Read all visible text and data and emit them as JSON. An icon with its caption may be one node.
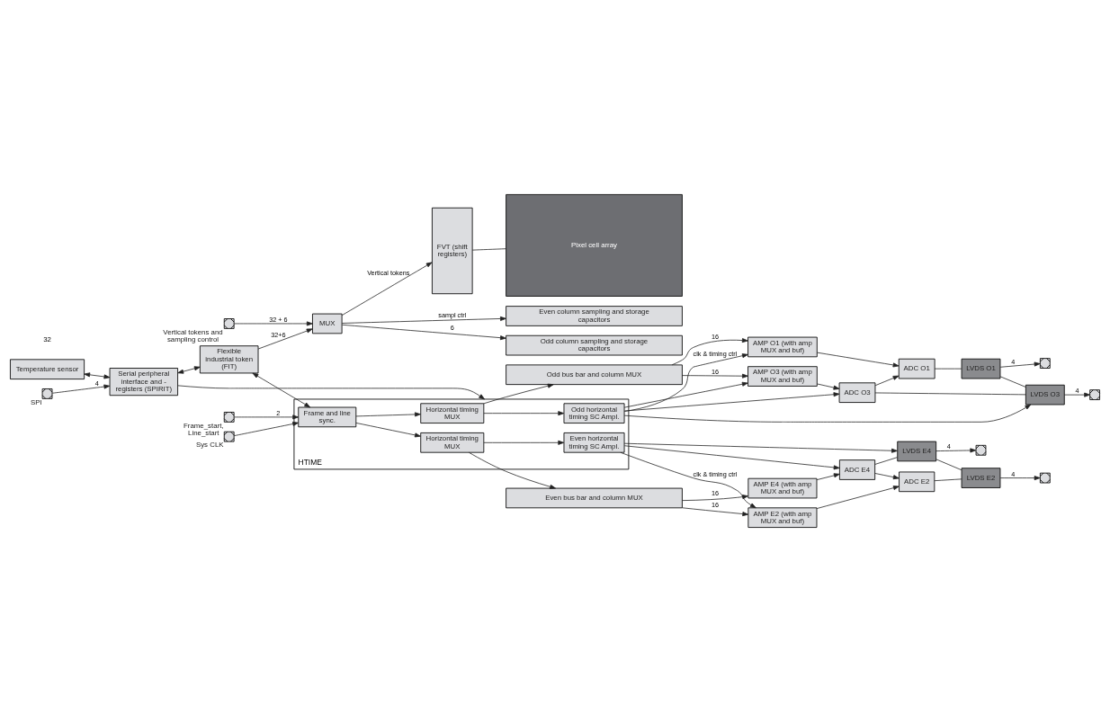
{
  "diagram": {
    "nodes": [
      {
        "text": [
          "Temperature sensor"
        ]
      },
      {
        "text": [
          "Serial peripheral interface and - registers (SPIRIT)"
        ]
      },
      {
        "text": [
          "Flexible industrial token (FIT)"
        ]
      },
      {
        "text": [
          "MUX"
        ]
      },
      {
        "text": [
          "HTIME"
        ]
      },
      {
        "text": [
          "Even horizontal timing SC Ampl."
        ],
        "in": 4
      },
      {
        "text": [
          "Horizontal timing MUX"
        ],
        "in": 4
      },
      {
        "text": [
          "Frame and line sync."
        ],
        "in": 4
      },
      {
        "text": [
          "Horizontal timing MUX"
        ],
        "in": 4
      },
      {
        "text": [
          "Odd horizontal timing SC Ampl."
        ],
        "in": 4
      },
      {
        "text": [
          "FVT (shift registers)"
        ]
      },
      {
        "text": [
          "Even bus bar and column MUX"
        ]
      },
      {
        "text": [
          "Even column sampling and storage capacitors"
        ]
      },
      {
        "text": [
          "Pixel cell array"
        ]
      },
      {
        "text": [
          "Odd column sampling and storage capacitors"
        ]
      },
      {
        "text": [
          "Odd bus bar and column MUX"
        ]
      },
      {
        "text": [
          "AMP E2 (with amp MUX and buf)"
        ]
      },
      {
        "text": [
          "AMP E4 (with amp MUX and buf)"
        ]
      },
      {
        "text": [
          "ADC E4"
        ]
      },
      {
        "text": [
          "ADC E2"
        ]
      },
      {
        "text": [
          "LVDS E4"
        ]
      },
      {
        "text": [
          "LVDS E2"
        ]
      },
      {
        "text": [
          "AMP O1 (with amp MUX and buf)"
        ]
      },
      {
        "text": [
          "AMP O3 (with amp MUX and buf)"
        ]
      },
      {
        "text": [
          "ADC O1"
        ]
      },
      {
        "text": [
          "ADC O3"
        ]
      },
      {
        "text": [
          "LVDS O1"
        ]
      },
      {
        "text": [
          "LVDS O3"
        ]
      },
      {
        "text": [],
        "shape": "box",
        "beside": [
          "SPI"
        ]
      },
      {
        "text": [],
        "shape": "box",
        "beside": [
          "Vertical tokens and sampling control"
        ]
      },
      {
        "text": [],
        "shape": "box",
        "beside": [
          "Sys CLK"
        ]
      },
      {
        "text": [],
        "shape": "box",
        "beside": [
          "Frame_start, Line_start"
        ]
      },
      {
        "text": [],
        "shape": "box"
      },
      {
        "text": [],
        "shape": "box"
      },
      {
        "text": [],
        "shape": "box"
      },
      {
        "text": [],
        "shape": "box"
      }
    ],
    "edges": [
      {
        "from": 28,
        "to": 1,
        "arrow": "to",
        "label": "4"
      },
      {
        "from": 0,
        "to": 1,
        "arrow": "both"
      },
      {
        "from": 1,
        "to": 2,
        "arrow": "both"
      },
      {
        "from": 1,
        "to": 4,
        "arrow": "to"
      },
      {
        "from": 2,
        "to": 3,
        "arrow": "to",
        "label": "32+6"
      },
      {
        "from": 29,
        "to": 3,
        "arrow": "to",
        "label": "32 + 6"
      },
      {
        "from": 2,
        "to": 7,
        "arrow": "both"
      },
      {
        "from": 30,
        "to": 7,
        "arrow": "to"
      },
      {
        "from": 31,
        "to": 7,
        "arrow": "to",
        "label": "2"
      },
      {
        "from": 7,
        "to": 6,
        "arrow": "to"
      },
      {
        "from": 7,
        "to": 8,
        "arrow": "to"
      },
      {
        "from": 6,
        "to": 5,
        "arrow": "to"
      },
      {
        "from": 8,
        "to": 9,
        "arrow": "to"
      },
      {
        "from": 3,
        "to": 10,
        "arrow": "to",
        "label": "Vertical tokens"
      },
      {
        "from": 3,
        "to": 12,
        "arrow": "to",
        "label": "sampl ctrl"
      },
      {
        "from": 3,
        "to": 14,
        "arrow": "to",
        "label": "6"
      },
      {
        "from": 6,
        "to": 11,
        "arrow": "to"
      },
      {
        "from": 8,
        "to": 15,
        "arrow": "to"
      },
      {
        "from": 10,
        "to": 13,
        "arrow": "none"
      },
      {
        "from": 5,
        "to": 16,
        "arrow": "to",
        "label": "clk & timing ctrl"
      },
      {
        "from": 5,
        "to": 18,
        "arrow": "to"
      },
      {
        "from": 5,
        "to": 20,
        "arrow": "to"
      },
      {
        "from": 18,
        "to": 19,
        "arrow": "to"
      },
      {
        "from": 11,
        "to": 16,
        "arrow": "to",
        "label": "16"
      },
      {
        "from": 11,
        "to": 17,
        "arrow": "to",
        "label": "16"
      },
      {
        "from": 16,
        "to": 19,
        "arrow": "to"
      },
      {
        "from": 17,
        "to": 18,
        "arrow": "to"
      },
      {
        "from": 18,
        "to": 20,
        "arrow": "none"
      },
      {
        "from": 19,
        "to": 21,
        "arrow": "none"
      },
      {
        "from": 20,
        "to": 21,
        "arrow": "none"
      },
      {
        "from": 20,
        "to": 32,
        "arrow": "to",
        "label": "4"
      },
      {
        "from": 21,
        "to": 33,
        "arrow": "to",
        "label": "4"
      },
      {
        "from": 15,
        "to": 22,
        "arrow": "to",
        "label": "16"
      },
      {
        "from": 15,
        "to": 23,
        "arrow": "to",
        "label": "16"
      },
      {
        "from": 22,
        "to": 24,
        "arrow": "to"
      },
      {
        "from": 23,
        "to": 25,
        "arrow": "to"
      },
      {
        "from": 25,
        "to": 24,
        "arrow": "to"
      },
      {
        "from": 24,
        "to": 26,
        "arrow": "none"
      },
      {
        "from": 25,
        "to": 27,
        "arrow": "none"
      },
      {
        "from": 26,
        "to": 27,
        "arrow": "none"
      },
      {
        "from": 26,
        "to": 34,
        "arrow": "to",
        "label": "4"
      },
      {
        "from": 27,
        "to": 35,
        "arrow": "to",
        "label": "4"
      },
      {
        "from": 9,
        "to": 22,
        "arrow": "to",
        "label": "clk & timing ctrl"
      },
      {
        "from": 9,
        "to": 23,
        "arrow": "to"
      },
      {
        "from": 9,
        "to": 25,
        "arrow": "to"
      },
      {
        "from": 9,
        "to": 27,
        "arrow": "to"
      }
    ],
    "labels": [
      "32"
    ]
  }
}
